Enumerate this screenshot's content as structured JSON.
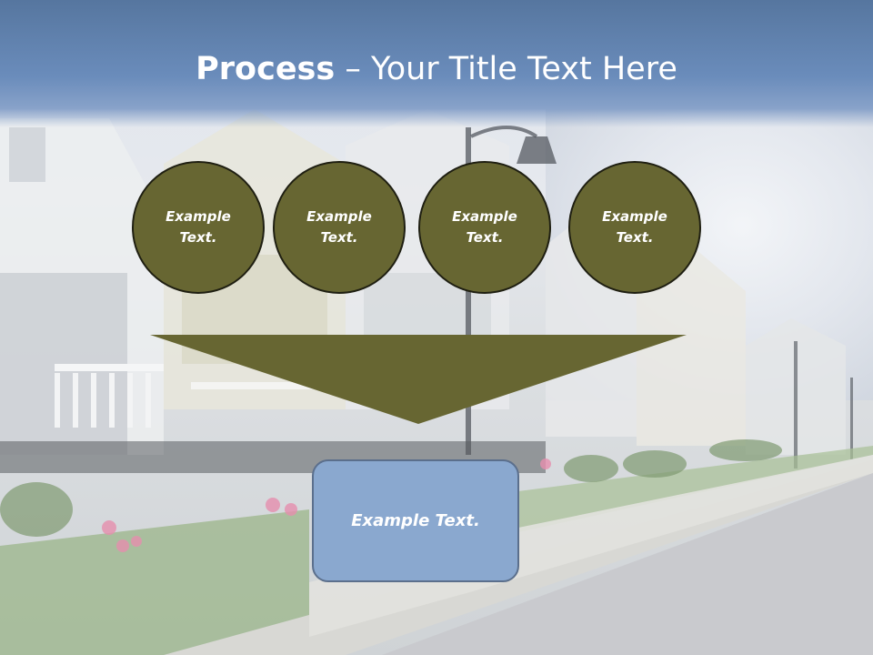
{
  "slide": {
    "title_bold": "Process",
    "title_rest": " – Your Title Text Here",
    "circles": [
      {
        "label": "Example Text."
      },
      {
        "label": "Example Text."
      },
      {
        "label": "Example Text."
      },
      {
        "label": "Example Text."
      }
    ],
    "result_label": "Example Text."
  },
  "colors": {
    "title_bar": "#6a8cbb",
    "circle_fill": "#676632",
    "funnel_fill": "#676632",
    "result_fill": "#8aa8cf"
  }
}
